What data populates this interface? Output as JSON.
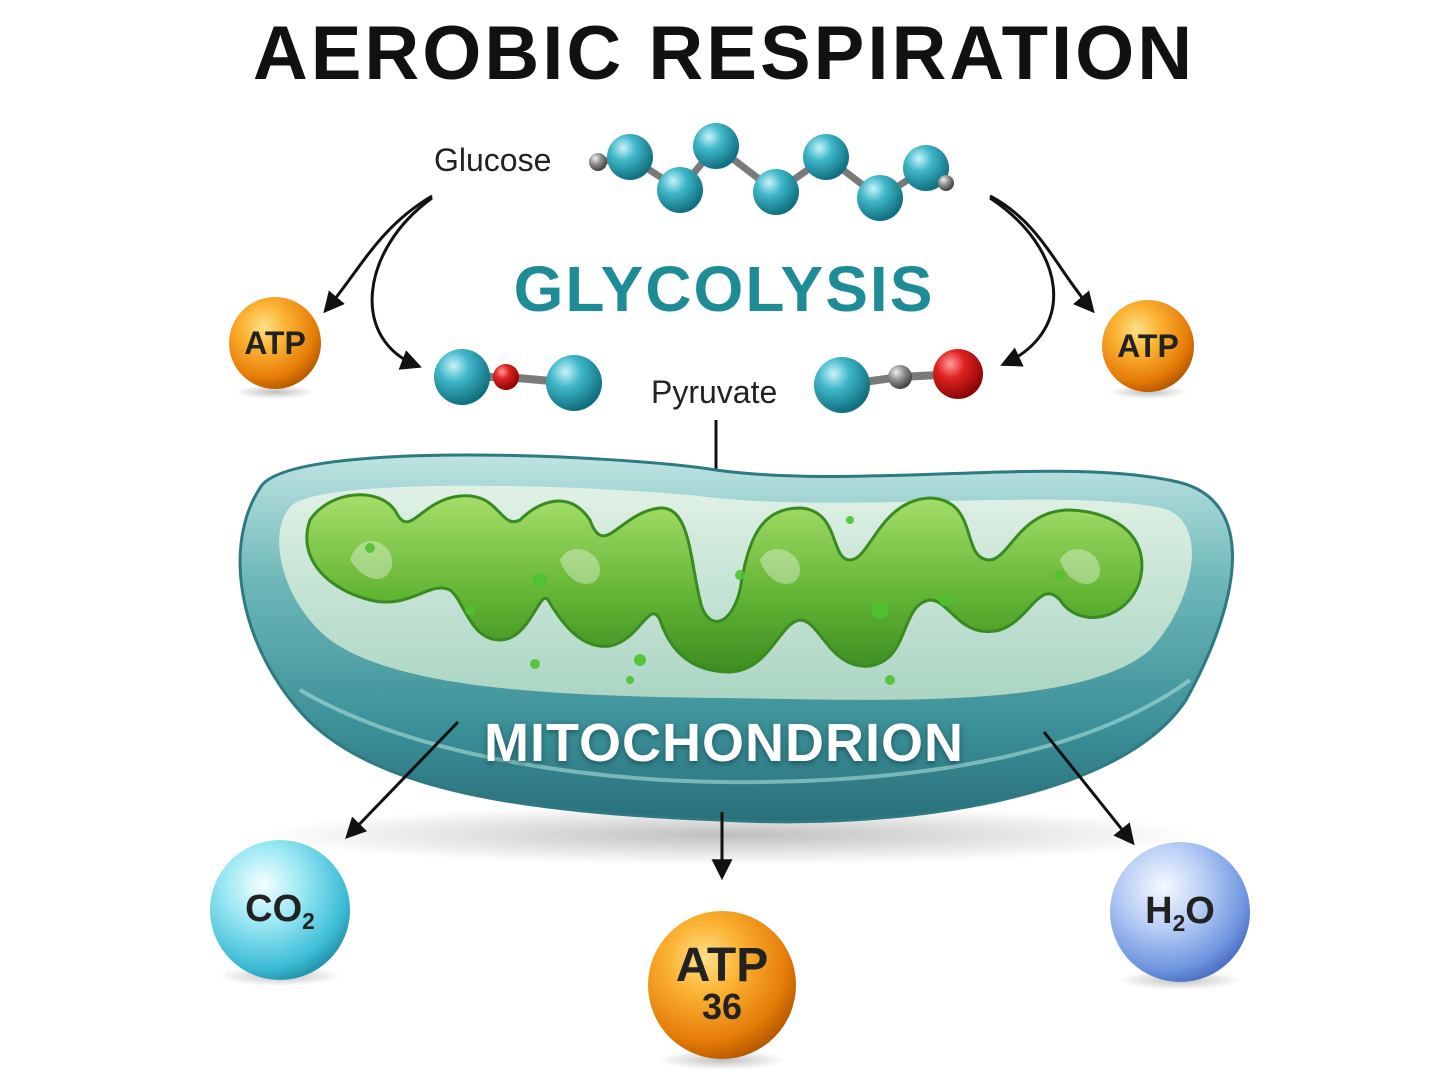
{
  "title": "AEROBIC RESPIRATION",
  "glucose_label": "Glucose",
  "stage_label": "GLYCOLYSIS",
  "pyruvate_label": "Pyruvate",
  "organelle_label": "MITOCHONDRION",
  "glycolysis_atp_left": "ATP",
  "glycolysis_atp_right": "ATP",
  "products": {
    "co2": {
      "base": "CO",
      "sub": "2"
    },
    "atp": {
      "label": "ATP",
      "count": "36"
    },
    "h2o": {
      "pre": "H",
      "sub": "2",
      "post": "O"
    }
  },
  "colors": {
    "title": "#111111",
    "glycolysis": "#1e8c96",
    "atp_orange": "#f39a1a",
    "co2_cyan": "#6fd6ea",
    "h2o_blue": "#8fb2ee",
    "carbon_teal": "#2aa3b8",
    "oxygen_red": "#d01818",
    "membrane_teal": "#3f9a9e",
    "cristae_green": "#6cc03a"
  }
}
